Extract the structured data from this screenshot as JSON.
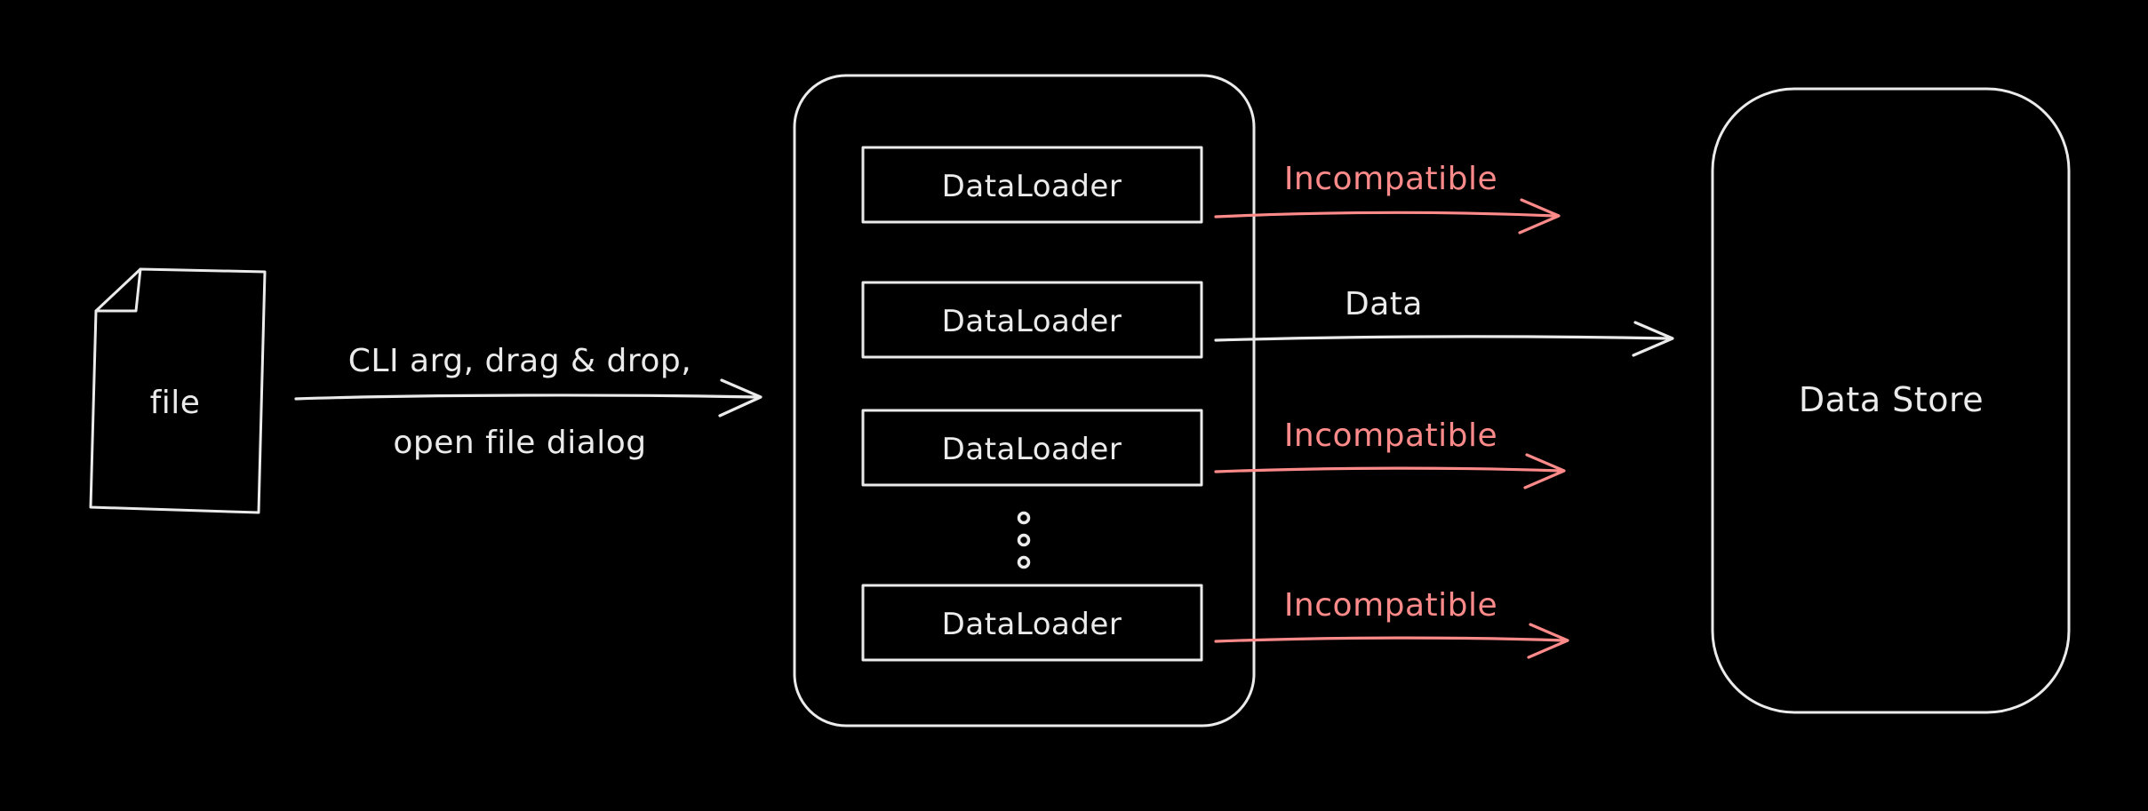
{
  "colors": {
    "background": "#000000",
    "stroke": "#ebebeb",
    "error": "#ff8a8a"
  },
  "file_node": {
    "label": "file"
  },
  "input_flow": {
    "label_top": "CLI arg, drag & drop,",
    "label_bottom": "open file dialog"
  },
  "loaders": [
    {
      "label": "DataLoader"
    },
    {
      "label": "DataLoader"
    },
    {
      "label": "DataLoader"
    },
    {
      "label": "DataLoader"
    }
  ],
  "flows": [
    {
      "label": "Incompatible",
      "status": "error"
    },
    {
      "label": "Data",
      "status": "ok"
    },
    {
      "label": "Incompatible",
      "status": "error"
    },
    {
      "label": "Incompatible",
      "status": "error"
    }
  ],
  "data_store": {
    "label": "Data Store"
  }
}
